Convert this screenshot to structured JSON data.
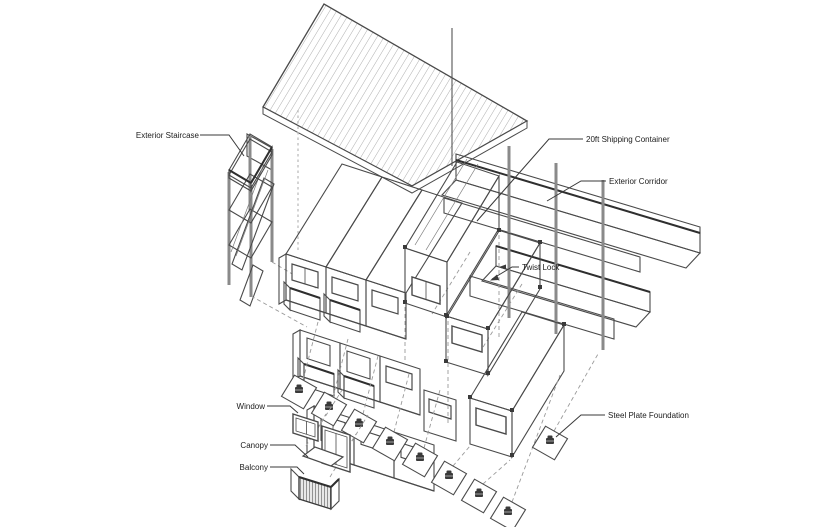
{
  "diagram": {
    "labels": {
      "exterior_staircase": "Exterior Staircase",
      "shipping_container": "20ft Shipping Container",
      "exterior_corridor": "Exterior Corridor",
      "twist_lock": "Twist Lock",
      "window": "Window",
      "canopy": "Canopy",
      "balcony": "Balcony",
      "steel_plate_foundation": "Steel Plate Foundation"
    },
    "colors": {
      "background": "#ffffff",
      "line": "#4a4a4a",
      "hatch": "#9a9a9a",
      "teal_panel": "#dcebeb",
      "pink_panel": "#f7ded8"
    }
  }
}
